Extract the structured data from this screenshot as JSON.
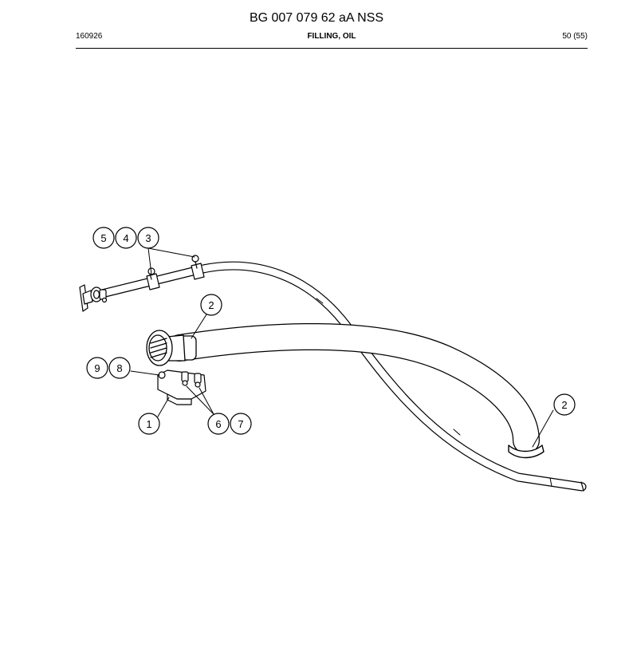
{
  "header": {
    "doc_number": "BG 007 079 62 aA NSS",
    "date_code": "160926",
    "section_title": "FILLING, OIL",
    "page_info": "50 (55)"
  },
  "callouts": [
    "5",
    "4",
    "3",
    "2",
    "9",
    "8",
    "1",
    "6",
    "7",
    "2"
  ]
}
